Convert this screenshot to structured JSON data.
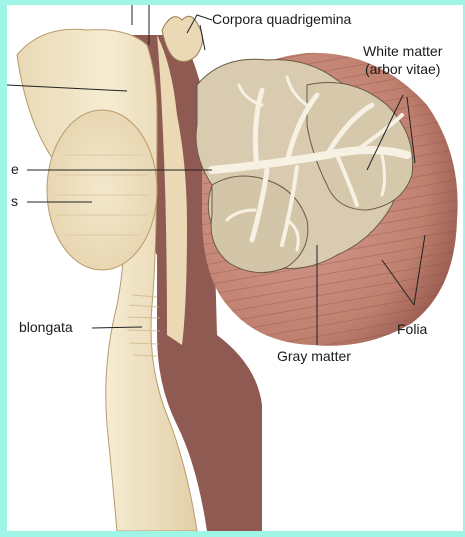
{
  "labels": {
    "corpora": "Corpora quadrigemina",
    "white_matter_1": "White matter",
    "white_matter_2": "(arbor vitae)",
    "left_e": "e",
    "left_s": "s",
    "oblongata": "blongata",
    "folia": "Folia",
    "gray_matter": "Gray matter"
  },
  "colors": {
    "page_bg": "#9ff5e6",
    "frame_bg": "#ffffff",
    "brainstem_fill": "#f3e6c8",
    "brainstem_shadow": "#8e5a52",
    "cerebellum_red": "#c4877a",
    "cerebellum_dark": "#9a5c52",
    "gray_matter": "#d8cbb0",
    "white_matter": "#f7f1e4",
    "leader_line": "#222222"
  }
}
